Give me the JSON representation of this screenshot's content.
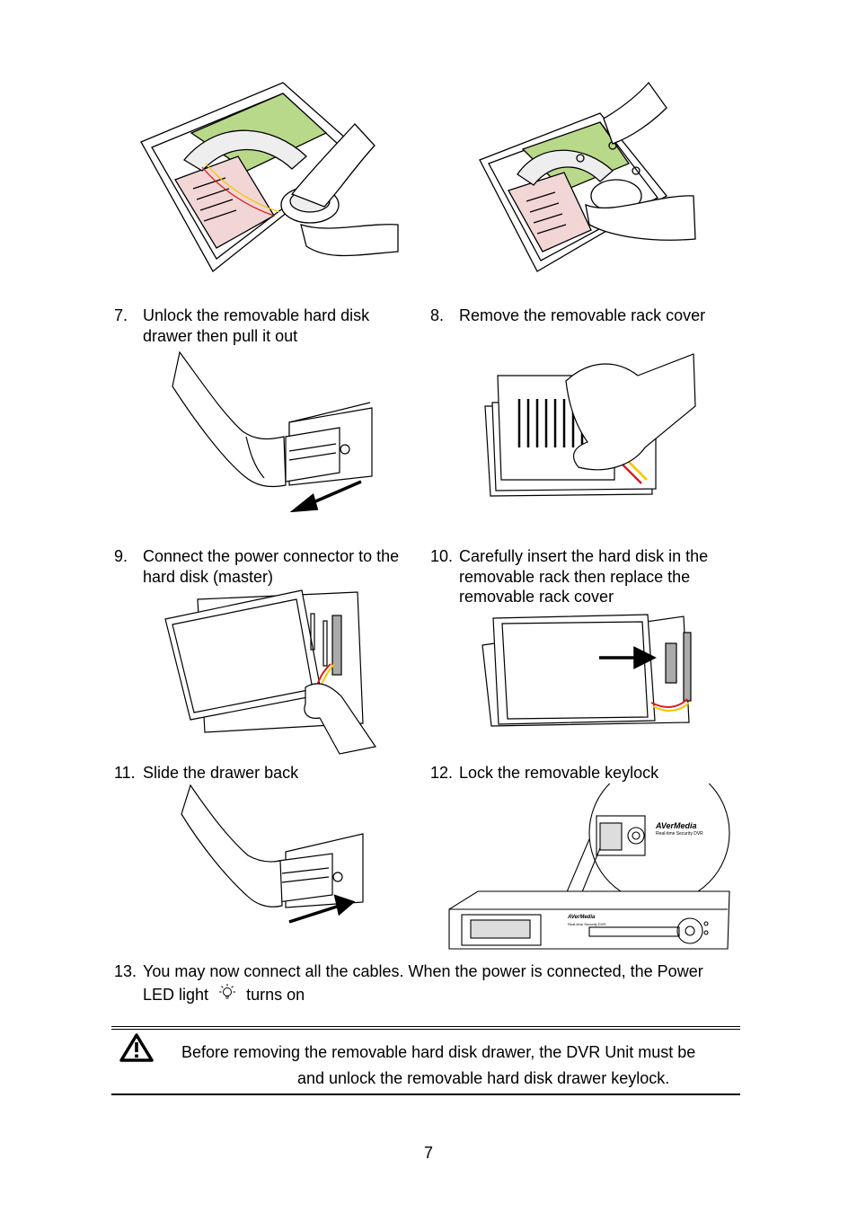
{
  "steps": [
    {
      "num": "7.",
      "line1": "Unlock the removable hard disk",
      "line2": "drawer then pull it out"
    },
    {
      "num": "8.",
      "line1": "Remove the removable rack cover"
    },
    {
      "num": "9.",
      "line1": "Connect the power connector to the",
      "line2": "hard disk (master)"
    },
    {
      "num": "10.",
      "line1": "Carefully insert the hard disk in the",
      "line2": "removable rack then replace the",
      "line3": "removable rack cover"
    },
    {
      "num": "11.",
      "line1": "Slide the drawer back"
    },
    {
      "num": "12.",
      "line1": "Lock the removable keylock"
    },
    {
      "num": "13.",
      "line1": "You may now connect all the cables. When the power is connected, the Power",
      "line2_a": "LED light",
      "line2_b": "turns on"
    }
  ],
  "warning": {
    "icon": "warning-triangle-icon",
    "line1": "Before removing the removable hard disk drawer, the DVR Unit must be",
    "line2": "and unlock the removable hard disk drawer keylock."
  },
  "dvr": {
    "brand": "AVerMedia",
    "model": "Real-time Security DVR"
  },
  "page_number": "7",
  "colors": {
    "board_green": "#b9d98a",
    "drive_pink": "#f2d6d6",
    "cable_red": "#d81e1e",
    "cable_yellow": "#f5c400"
  }
}
